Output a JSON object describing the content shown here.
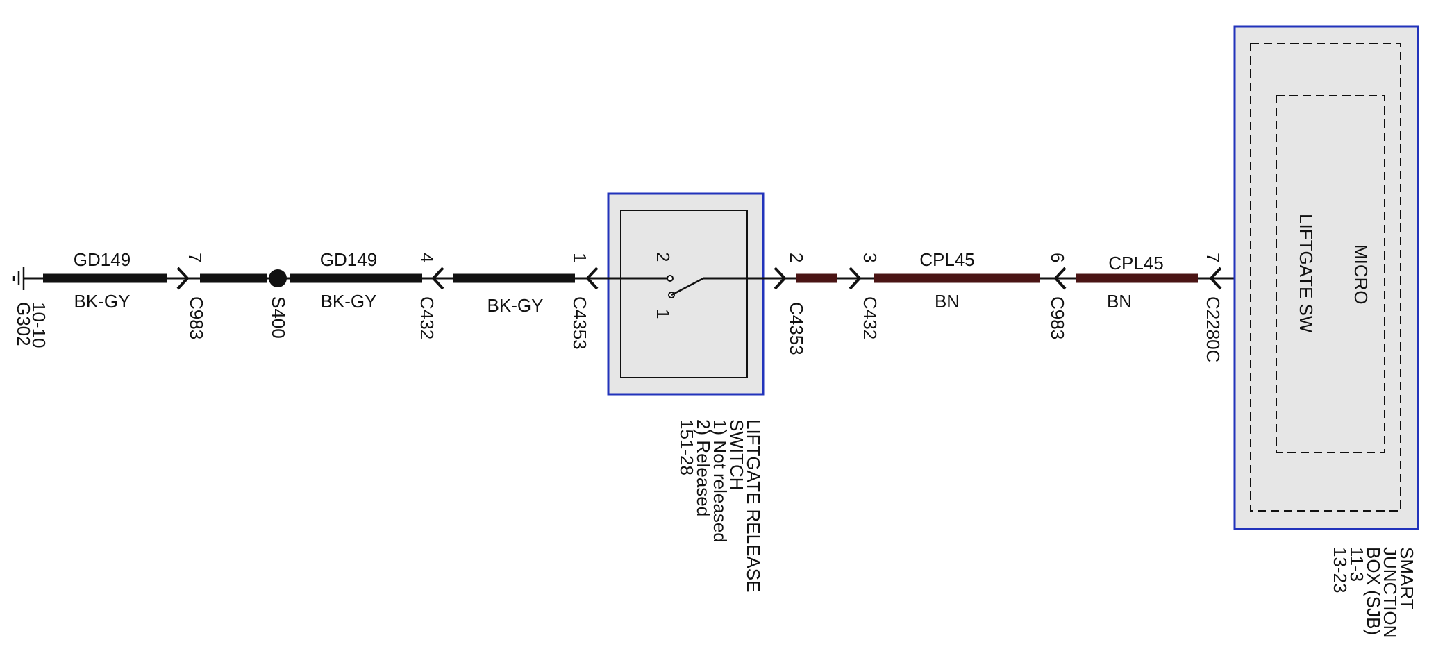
{
  "colors": {
    "wire_black": "#111111",
    "wire_brown": "#4a1414",
    "box_border": "#2233bb",
    "box_fill": "#e6e6e6",
    "text": "#111111"
  },
  "ground": {
    "id": "G302",
    "ref": "10-10",
    "icon": "ground-icon"
  },
  "wires": {
    "left_1": {
      "circuit": "GD149",
      "color": "BK-GY"
    },
    "left_2": {
      "circuit": "GD149",
      "color": "BK-GY"
    },
    "left_3": {
      "circuit": "",
      "color": "BK-GY"
    },
    "right_1": {
      "circuit": "CPL45",
      "color": "BN"
    },
    "right_2": {
      "circuit": "CPL45",
      "color": "BN"
    }
  },
  "connectors": {
    "c983_left": {
      "id": "C983",
      "pin": "7"
    },
    "s400": {
      "id": "S400"
    },
    "c432_left": {
      "id": "C432",
      "pin": "4"
    },
    "c4353_left": {
      "id": "C4353",
      "pin": "1"
    },
    "c4353_right": {
      "id": "C4353",
      "pin": "2"
    },
    "c432_right": {
      "id": "C432",
      "pin": "3"
    },
    "c983_right": {
      "id": "C983",
      "pin": "6"
    },
    "c2280c": {
      "id": "C2280C",
      "pin": "7"
    }
  },
  "switch": {
    "pin_top": "2",
    "pin_bottom": "1",
    "label": [
      "LIFTGATE RELEASE",
      "SWITCH",
      "1) Not released",
      "2) Released",
      "151-28"
    ]
  },
  "sjb": {
    "inner_text_1": "MICRO",
    "inner_text_2": "LIFTGATE SW",
    "label": [
      "SMART",
      "JUNCTION",
      "BOX (SJB)",
      "11-3",
      "13-23"
    ]
  }
}
